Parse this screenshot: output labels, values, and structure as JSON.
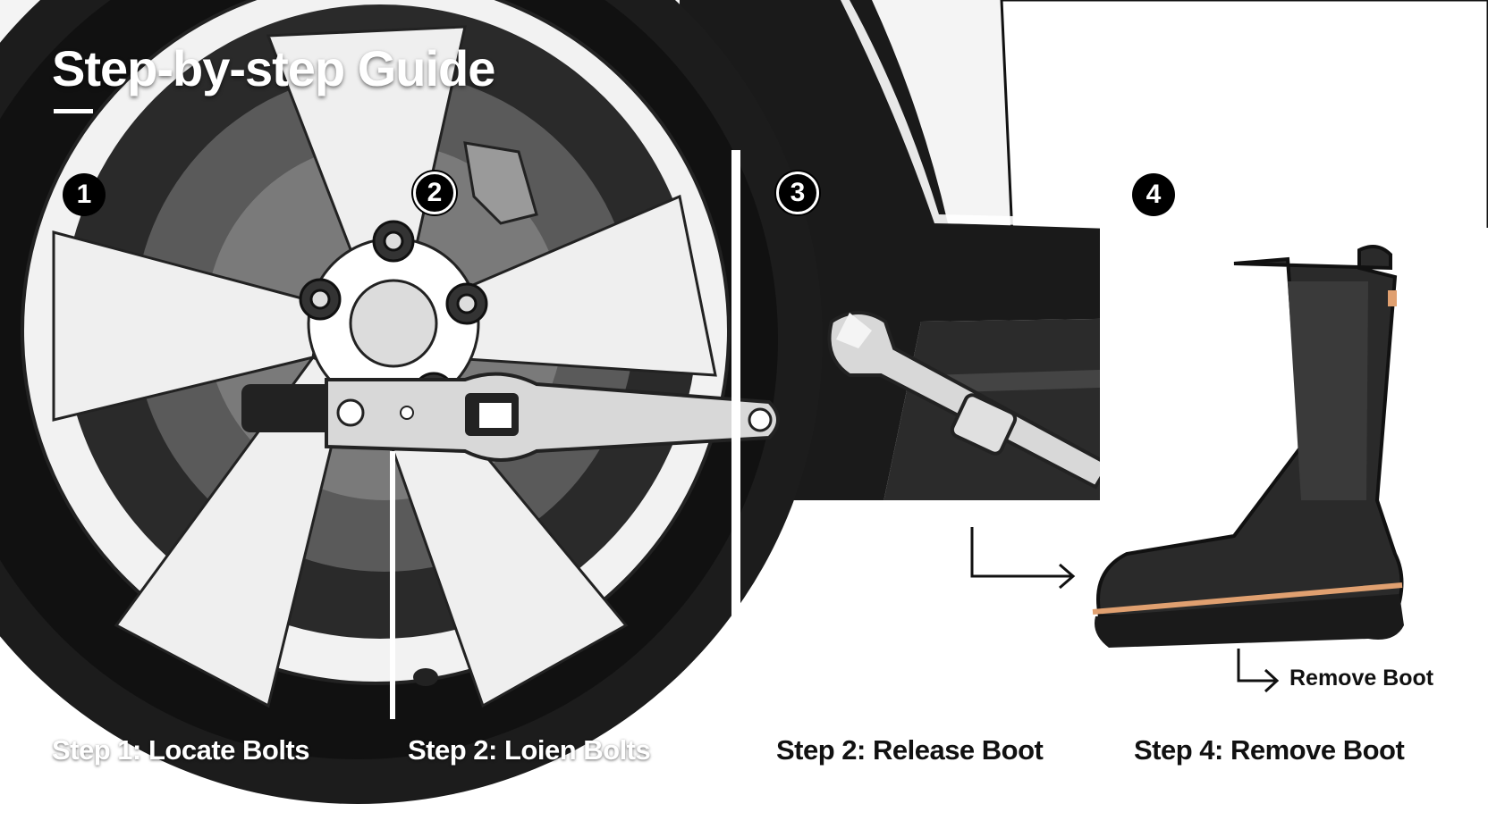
{
  "page": {
    "title": "Step-by-step Guide"
  },
  "steps": [
    {
      "number": "1",
      "caption": "Step 1: Locate Bolts"
    },
    {
      "number": "2",
      "caption": "Step 2: Loien Bolts"
    },
    {
      "number": "3",
      "caption": "Step 2: Release Boot"
    },
    {
      "number": "4",
      "caption": "Step 4: Remove Boot"
    }
  ],
  "annotation": {
    "arrow_label": "Remove Boot"
  },
  "colors": {
    "tire": "#1c1c1c",
    "rim": "#ededed",
    "boot": "#2a2a2a",
    "sole_stripe": "#e0a070",
    "car_body": "#f4f4f4"
  },
  "icons": [
    "wheel-icon",
    "wrench-icon",
    "clamp-icon",
    "boot-icon",
    "arrow-right-icon"
  ]
}
